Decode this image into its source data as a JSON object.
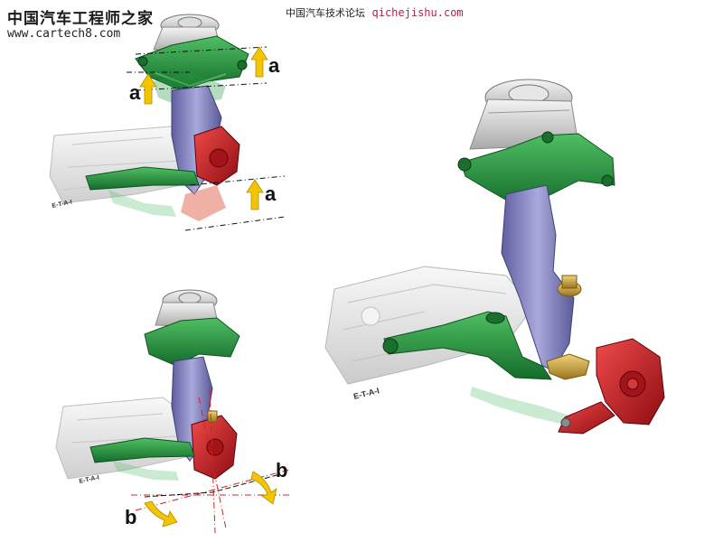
{
  "watermarks": {
    "site_name_cn": "中国汽车工程师之家",
    "site_url": "www.cartech8.com",
    "forum_name_cn": "中国汽车技术论坛",
    "forum_url": "qichejishu.com"
  },
  "labels": {
    "etai": "E-T-A-I",
    "a": "a",
    "b": "b"
  },
  "colors": {
    "arm_green": "#1f8a3a",
    "knuckle_red": "#c8161d",
    "upright_purple": "#7a7ab8",
    "strut_gray": "#c9c9c9",
    "arrow_yellow": "#f2c500",
    "axis_red": "#d32020",
    "joint_gold": "#c9a136"
  }
}
